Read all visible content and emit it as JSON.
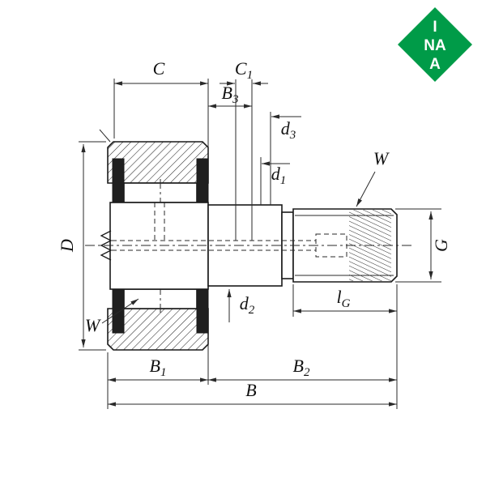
{
  "logo": {
    "lines": [
      "I",
      "NA",
      "A"
    ],
    "color": "#009b48"
  },
  "drawing": {
    "line_color": "#1a1a1a",
    "labels": {
      "C": {
        "main": "C",
        "sub": ""
      },
      "C1": {
        "main": "C",
        "sub": "1"
      },
      "B3": {
        "main": "B",
        "sub": "3"
      },
      "d3": {
        "main": "d",
        "sub": "3"
      },
      "d1": {
        "main": "d",
        "sub": "1"
      },
      "W_thread": {
        "main": "W",
        "sub": ""
      },
      "D": {
        "main": "D",
        "sub": ""
      },
      "G": {
        "main": "G",
        "sub": ""
      },
      "d2": {
        "main": "d",
        "sub": "2"
      },
      "lG": {
        "main": "l",
        "sub": "G"
      },
      "W_ring": {
        "main": "W",
        "sub": ""
      },
      "B1": {
        "main": "B",
        "sub": "1"
      },
      "B2": {
        "main": "B",
        "sub": "2"
      },
      "B": {
        "main": "B",
        "sub": ""
      }
    }
  }
}
